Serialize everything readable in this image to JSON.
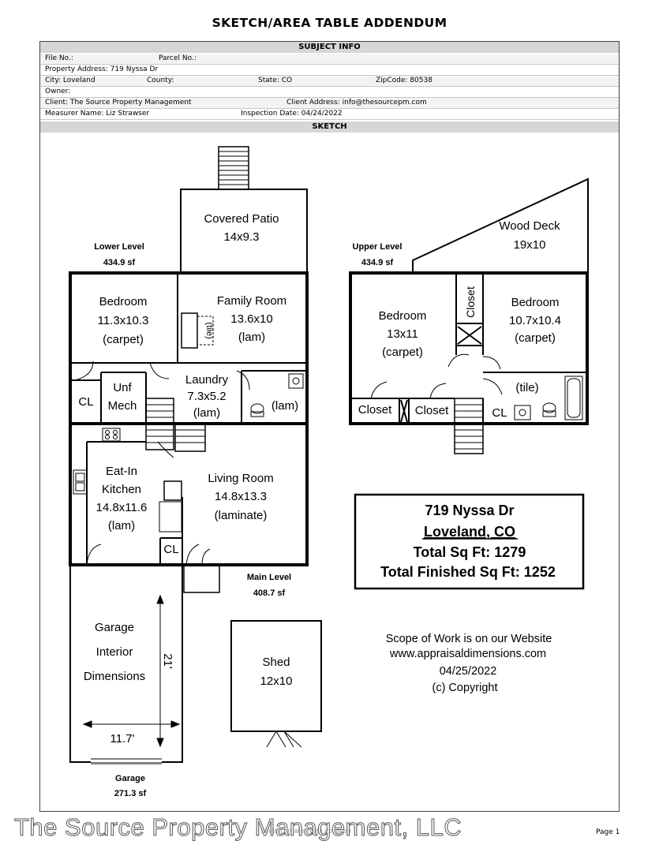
{
  "header": {
    "title": "SKETCH/AREA TABLE ADDENDUM"
  },
  "subject": {
    "section_label": "SUBJECT INFO",
    "file_no": "File No.:",
    "parcel_no": "Parcel No.:",
    "property_address": "Property Address: 719 Nyssa Dr",
    "city": "City: Loveland",
    "county": "County:",
    "state": "State: CO",
    "zip": "ZipCode: 80538",
    "owner": "Owner:",
    "client": "Client: The Source Property Management",
    "client_address": "Client Address: info@thesourcepm.com",
    "measurer": "Measurer Name: Liz Strawser",
    "inspection": "Inspection Date: 04/24/2022"
  },
  "sketch": {
    "section_label": "SKETCH",
    "levels": {
      "lower": {
        "name": "Lower Level",
        "area": "434.9 sf"
      },
      "upper": {
        "name": "Upper Level",
        "area": "434.9 sf"
      },
      "main": {
        "name": "Main Level",
        "area": "408.7 sf"
      },
      "garage": {
        "name": "Garage",
        "area": "271.3 sf"
      }
    },
    "rooms": {
      "covered_patio": {
        "name": "Covered Patio",
        "dim": "14x9.3"
      },
      "bedroom_lower": {
        "name": "Bedroom",
        "dim": "11.3x10.3",
        "floor": "(carpet)"
      },
      "family_room": {
        "name": "Family Room",
        "dim": "13.6x10",
        "floor": "(lam)"
      },
      "fireplace_tile": "(tile)",
      "laundry": {
        "name": "Laundry",
        "dim": "7.3x5.2",
        "floor": "(lam)"
      },
      "unf_mech_1": "Unf",
      "unf_mech_2": "Mech",
      "cl": "CL",
      "bath_lower_floor": "(lam)",
      "eat_in_kitchen": {
        "name1": "Eat-In",
        "name2": "Kitchen",
        "dim": "14.8x11.6",
        "floor": "(lam)"
      },
      "living_room": {
        "name": "Living Room",
        "dim": "14.8x13.3",
        "floor": "(laminate)"
      },
      "wood_deck": {
        "name": "Wood Deck",
        "dim": "19x10"
      },
      "bedroom_upper_1": {
        "name": "Bedroom",
        "dim": "13x11",
        "floor": "(carpet)"
      },
      "bedroom_upper_2": {
        "name": "Bedroom",
        "dim": "10.7x10.4",
        "floor": "(carpet)"
      },
      "closet": "Closet",
      "bath_upper_floor": "(tile)",
      "garage_interior": {
        "line1": "Garage",
        "line2": "Interior",
        "line3": "Dimensions",
        "width": "11.7'",
        "depth": "21'"
      },
      "shed": {
        "name": "Shed",
        "dim": "12x10"
      }
    },
    "summary": {
      "address": "719 Nyssa Dr",
      "city": "Loveland, CO",
      "total": "Total Sq Ft: 1279",
      "finished": "Total Finished Sq Ft: 1252"
    },
    "notes": {
      "line1": "Scope of Work is on our Website",
      "line2": "www.appraisaldimensions.com",
      "line3": "04/25/2022",
      "line4": "(c) Copyright"
    }
  },
  "footer": {
    "watermark": "The Source Property Management, LLC",
    "software": "Sketch created with software",
    "page": "Page 1"
  }
}
